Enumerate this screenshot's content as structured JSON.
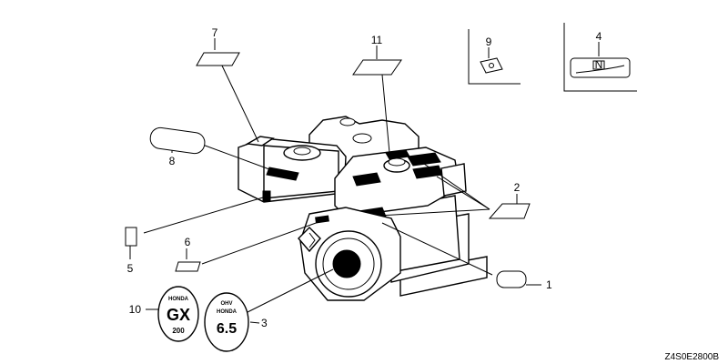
{
  "diagram_code": "Z4S0E2800B",
  "callouts": {
    "c1": "1",
    "c2": "2",
    "c3": "3",
    "c4": "4",
    "c5": "5",
    "c6": "6",
    "c7": "7",
    "c8": "8",
    "c9": "9",
    "c10": "10",
    "c11": "11"
  },
  "emblem_gx": {
    "brand": "HONDA",
    "model": "GX",
    "displacement": "200"
  },
  "emblem_hp": {
    "line1": "OHV",
    "brand": "HONDA",
    "power": "6.5"
  },
  "label4_symbol": "N"
}
